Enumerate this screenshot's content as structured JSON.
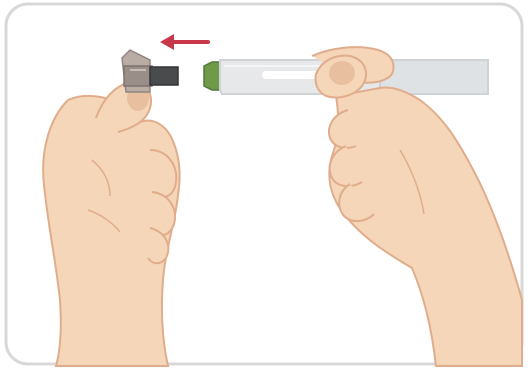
{
  "illustration": {
    "icons": {
      "frame": "rounded-frame",
      "left_hand": "left-hand-holding-cap",
      "right_hand": "right-hand-holding-pen",
      "pen": "injection-pen",
      "cap": "pen-cap",
      "arrow": "left-arrow"
    },
    "colors": {
      "frame_border": "#d8d8d8",
      "skin": "#f6d6b8",
      "skin_line": "#e0ad8c",
      "pen_body": "#e6e8ea",
      "pen_outline": "#cfd3d6",
      "pen_window": "#ffffff",
      "pen_tip": "#6f9a4a",
      "cap_dark": "#4a4b4d",
      "cap_light": "#9a8f88",
      "arrow": "#c9374a"
    }
  }
}
